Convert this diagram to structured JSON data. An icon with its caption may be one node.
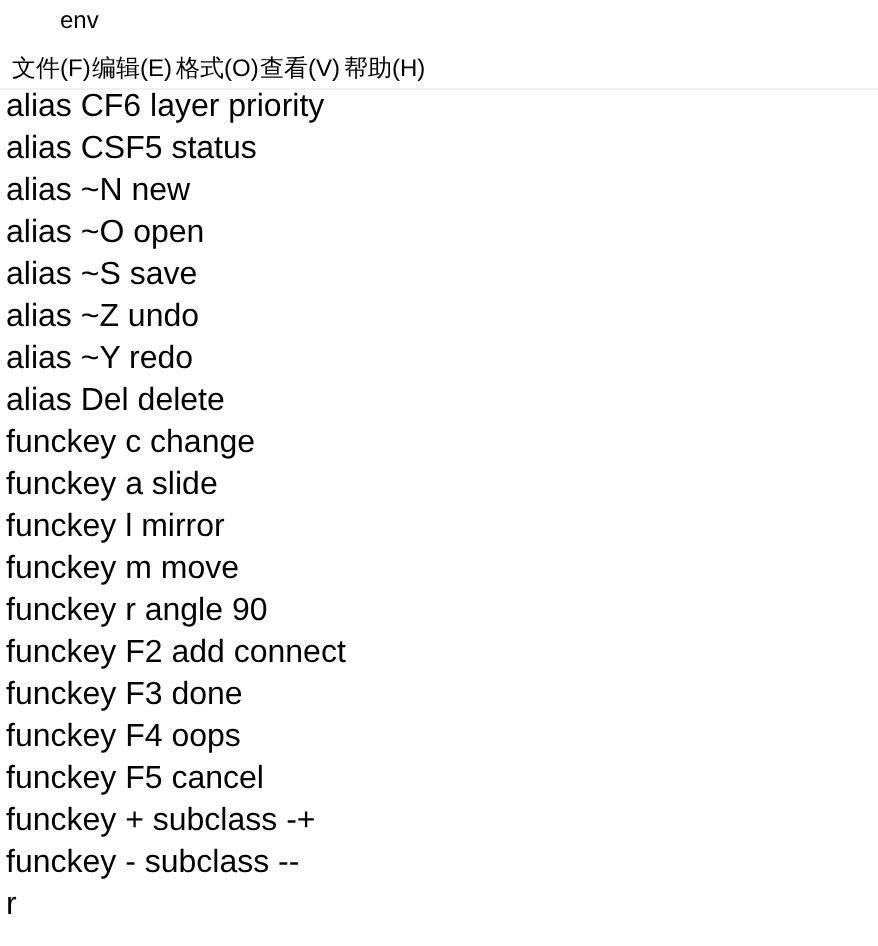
{
  "diagram": {
    "title": "env",
    "labels": [
      "文件(F)",
      "编辑(E)",
      "格式(O)",
      "查看(V)",
      "帮助(H)",
      "alias CF6 layer priority",
      "alias CSF5 status",
      "alias ~N new",
      "alias ~O open",
      "alias ~S save",
      "alias ~Z undo",
      "alias ~Y redo",
      "alias Del delete",
      "funckey c change",
      "funckey a slide",
      "funckey l mirror",
      "funckey m move",
      "funckey r angle 90",
      "funckey F2 add connect",
      "funckey F3 done",
      "funckey F4 oops",
      "funckey F5 cancel",
      "funckey + subclass -+",
      "funckey - subclass --",
      "r"
    ]
  }
}
